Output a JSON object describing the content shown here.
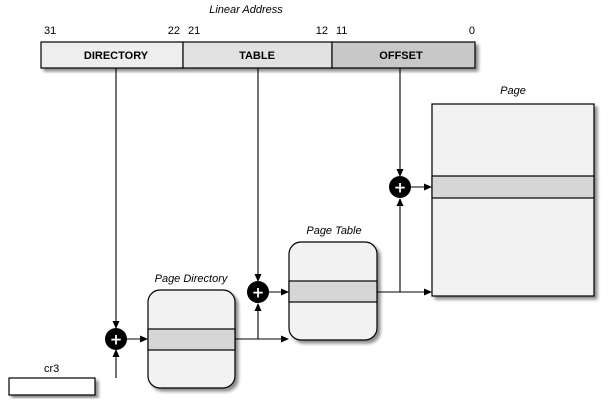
{
  "linear_address": {
    "title": "Linear Address",
    "bits": {
      "b31": "31",
      "b22": "22",
      "b21": "21",
      "b12": "12",
      "b11": "11",
      "b0": "0"
    },
    "fields": {
      "directory": "DIRECTORY",
      "table": "TABLE",
      "offset": "OFFSET"
    }
  },
  "tables": {
    "page_directory": "Page Directory",
    "page_table": "Page Table",
    "page": "Page"
  },
  "register": {
    "cr3": "cr3"
  },
  "symbols": {
    "plus": "+"
  }
}
